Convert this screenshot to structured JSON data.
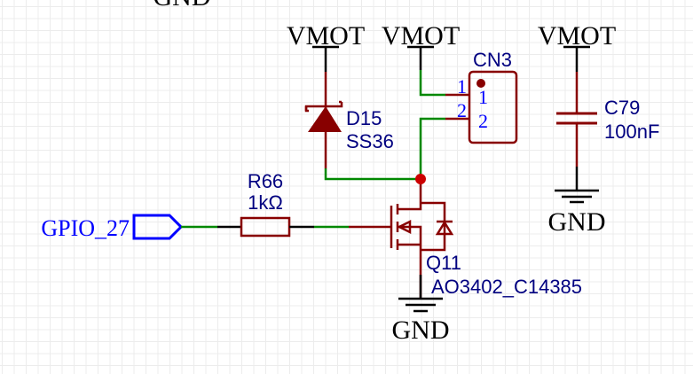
{
  "colors": {
    "wire": "#008800",
    "pin": "#880000",
    "symbol": "#880000",
    "net_label": "#000000",
    "designator": "#000080",
    "port": "#0000ff",
    "junction": "#cc0000",
    "grid": "#ececec"
  },
  "power_labels": {
    "top_gnd_cut": "GND",
    "vmot_diode": "VMOT",
    "vmot_connector": "VMOT",
    "vmot_cap": "VMOT",
    "gnd_cap": "GND",
    "gnd_mosfet": "GND"
  },
  "components": {
    "diode": {
      "designator": "D15",
      "value": "SS36"
    },
    "connector": {
      "designator": "CN3",
      "pins": [
        "1",
        "2"
      ],
      "inner_pins": [
        "1",
        "2"
      ]
    },
    "capacitor": {
      "designator": "C79",
      "value": "100nF"
    },
    "resistor": {
      "designator": "R66",
      "value": "1kΩ"
    },
    "mosfet": {
      "designator": "Q11",
      "value": "AO3402_C14385"
    }
  },
  "ports": {
    "gpio": {
      "label": "GPIO_27"
    }
  }
}
